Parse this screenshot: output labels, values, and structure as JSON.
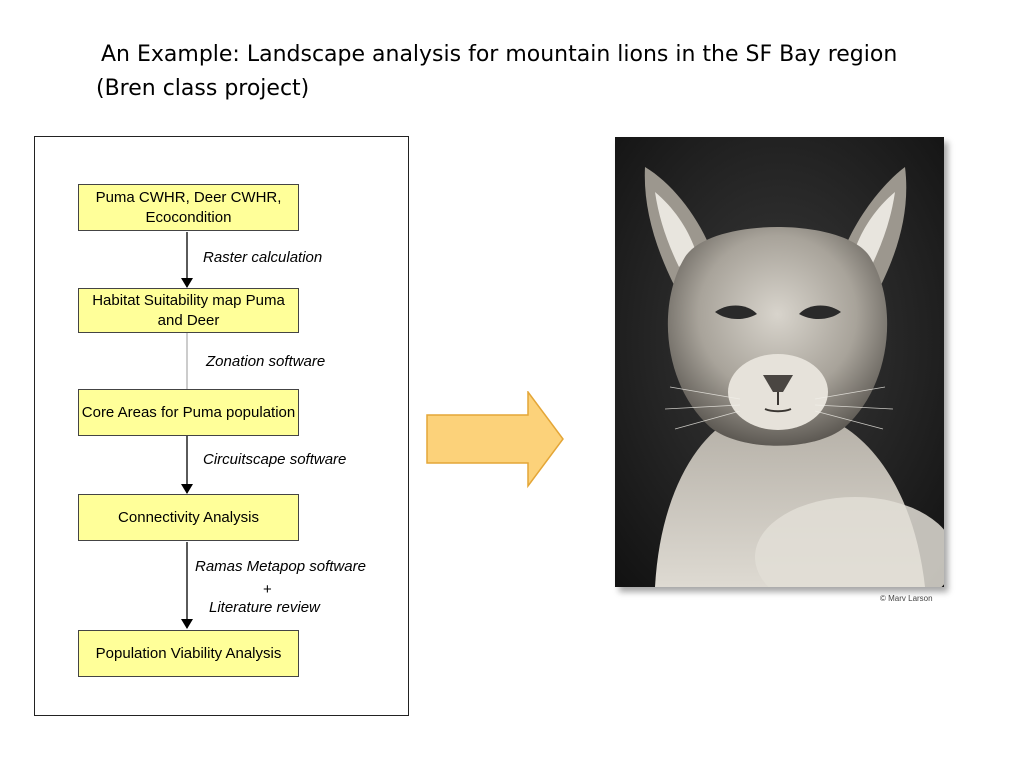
{
  "slide": {
    "title_line1": "An Example: Landscape analysis for mountain lions in the SF Bay region",
    "title_line2": "(Bren class project)"
  },
  "flowchart": {
    "steps": [
      {
        "label": "Puma CWHR, Deer CWHR, Ecocondition"
      },
      {
        "label": "Habitat Suitability map Puma and Deer"
      },
      {
        "label": "Core Areas for Puma population"
      },
      {
        "label": "Connectivity Analysis"
      },
      {
        "label": "Population Viability Analysis"
      }
    ],
    "transitions": [
      {
        "label": "Raster calculation"
      },
      {
        "label": "Zonation software"
      },
      {
        "label": "Circuitscape software"
      },
      {
        "label": "Ramas Metapop software",
        "plus": "+",
        "extra": "Literature review"
      }
    ]
  },
  "photo": {
    "subject": "mountain lion (puma) portrait, black and white",
    "credit": "© Marv Larson"
  },
  "colors": {
    "step_fill": "#ffff99",
    "arrow_fill": "#fcd27a",
    "arrow_stroke": "#e4a637"
  }
}
